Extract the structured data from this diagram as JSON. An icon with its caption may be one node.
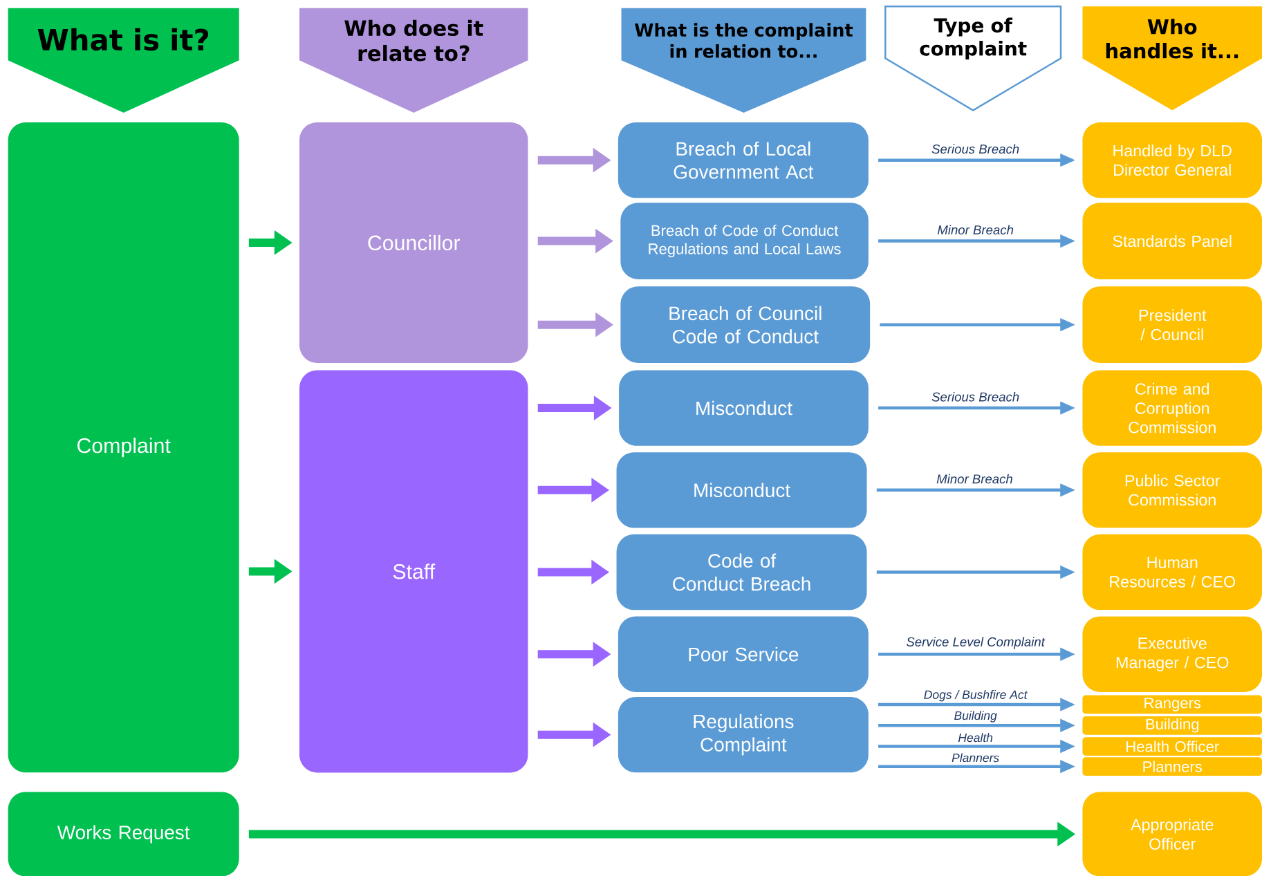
{
  "diagram": {
    "nodes": [
      {
        "text": [
          "What is it?"
        ]
      },
      {
        "text": [
          "Who does it relate to?"
        ]
      },
      {
        "text": [
          "What is the complaint in relation to..."
        ]
      },
      {
        "text": [
          "Type of complaint"
        ]
      },
      {
        "text": [
          "Who handles it..."
        ]
      },
      {
        "text": [
          "Complaint"
        ]
      },
      {
        "text": [
          "Works Request"
        ]
      },
      {
        "text": [
          "Councillor"
        ]
      },
      {
        "text": [
          "Staff"
        ]
      },
      {
        "text": [
          "Breach of Local Government Act"
        ]
      },
      {
        "text": [
          "Breach of Code of Conduct Regulations and Local Laws"
        ]
      },
      {
        "text": [
          "Breach of Council Code of Conduct"
        ]
      },
      {
        "text": [
          "Misconduct"
        ]
      },
      {
        "text": [
          "Misconduct"
        ]
      },
      {
        "text": [
          "Code of Conduct Breach"
        ]
      },
      {
        "text": [
          "Poor Service"
        ]
      },
      {
        "text": [
          "Regulations Complaint"
        ]
      },
      {
        "text": [
          "Handled by DLD Director General"
        ]
      },
      {
        "text": [
          "Standards Panel"
        ]
      },
      {
        "text": [
          "President / Council"
        ]
      },
      {
        "text": [
          "Crime and Corruption Commission"
        ]
      },
      {
        "text": [
          "Public Sector Commission"
        ]
      },
      {
        "text": [
          "Human Resources / CEO"
        ]
      },
      {
        "text": [
          "Executive Manager / CEO"
        ]
      },
      {
        "text": [
          "Rangers"
        ]
      },
      {
        "text": [
          "Building"
        ]
      },
      {
        "text": [
          "Health Officer"
        ]
      },
      {
        "text": [
          "Planners"
        ]
      },
      {
        "text": [
          "Appropriate Officer"
        ]
      }
    ],
    "edges": [
      {
        "from": 5,
        "to": 7,
        "arrow": "to",
        "style": "thick",
        "color": "#00c050"
      },
      {
        "from": 5,
        "to": 8,
        "arrow": "to",
        "style": "thick",
        "color": "#00c050"
      },
      {
        "from": 7,
        "to": 9,
        "arrow": "to",
        "style": "thick",
        "color": "#b094dc"
      },
      {
        "from": 7,
        "to": 10,
        "arrow": "to",
        "style": "thick",
        "color": "#b094dc"
      },
      {
        "from": 7,
        "to": 11,
        "arrow": "to",
        "style": "thick",
        "color": "#b094dc"
      },
      {
        "from": 8,
        "to": 12,
        "arrow": "to",
        "style": "thick",
        "color": "#9966ff"
      },
      {
        "from": 8,
        "to": 13,
        "arrow": "to",
        "style": "thick",
        "color": "#9966ff"
      },
      {
        "from": 8,
        "to": 14,
        "arrow": "to",
        "style": "thick",
        "color": "#9966ff"
      },
      {
        "from": 8,
        "to": 15,
        "arrow": "to",
        "style": "thick",
        "color": "#9966ff"
      },
      {
        "from": 8,
        "to": 16,
        "arrow": "to",
        "style": "thick",
        "color": "#9966ff"
      },
      {
        "from": 9,
        "to": 17,
        "arrow": "to",
        "label": "Serious Breach"
      },
      {
        "from": 10,
        "to": 18,
        "arrow": "to",
        "label": "Minor Breach"
      },
      {
        "from": 11,
        "to": 19,
        "arrow": "to"
      },
      {
        "from": 12,
        "to": 20,
        "arrow": "to",
        "label": "Serious Breach"
      },
      {
        "from": 13,
        "to": 21,
        "arrow": "to",
        "label": "Minor Breach"
      },
      {
        "from": 14,
        "to": 22,
        "arrow": "to"
      },
      {
        "from": 15,
        "to": 23,
        "arrow": "to",
        "label": "Service Level Complaint"
      },
      {
        "from": 16,
        "to": 24,
        "arrow": "to",
        "label": "Dogs / Bushfire Act"
      },
      {
        "from": 16,
        "to": 25,
        "arrow": "to",
        "label": "Building"
      },
      {
        "from": 16,
        "to": 26,
        "arrow": "to",
        "label": "Health"
      },
      {
        "from": 16,
        "to": 27,
        "arrow": "to",
        "label": "Planners"
      },
      {
        "from": 6,
        "to": 28,
        "arrow": "to",
        "style": "thick",
        "color": "#00c050"
      }
    ]
  }
}
